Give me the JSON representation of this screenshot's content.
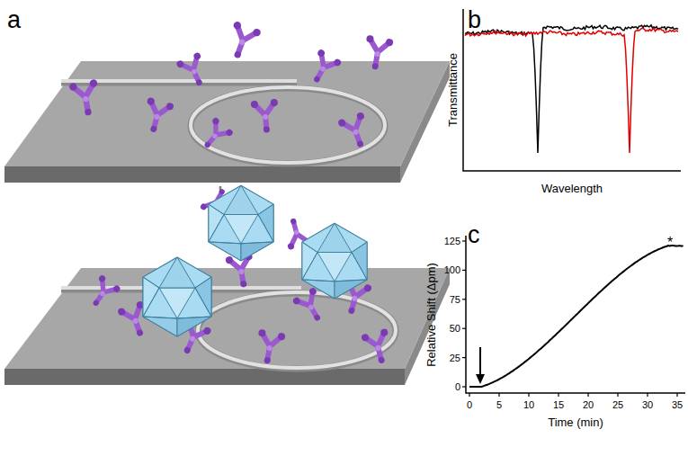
{
  "diagram": {
    "labels": [
      "a",
      "b",
      "c",
      "Transmittance",
      "Wavelength",
      "Relative Shift (Δpm)",
      "0",
      "25",
      "50",
      "75",
      "100",
      "125",
      "0",
      "5",
      "10",
      "15",
      "20",
      "25",
      "30",
      "35",
      "Time (min)",
      "*"
    ]
  }
}
